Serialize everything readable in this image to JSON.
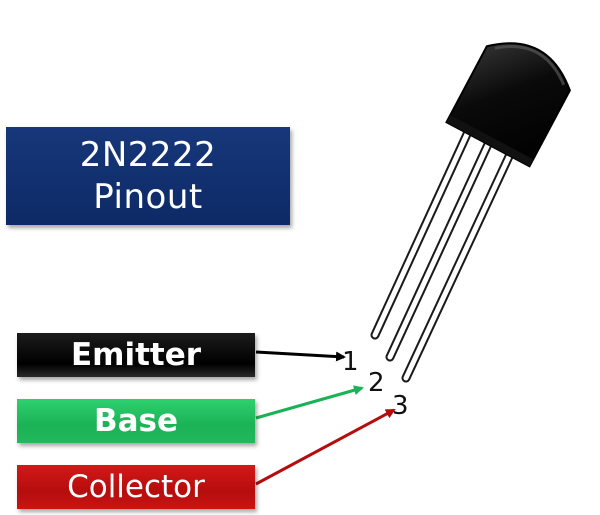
{
  "title": {
    "line1": "2N2222",
    "line2": "Pinout"
  },
  "pins": [
    {
      "name": "Emitter",
      "number": "1",
      "color": "#000000"
    },
    {
      "name": "Base",
      "number": "2",
      "color": "#1bb256"
    },
    {
      "name": "Collector",
      "number": "3",
      "color": "#b50d0d"
    }
  ],
  "colors": {
    "title_background": "#0d2a66",
    "transistor_body": "#0a0a0a",
    "lead": "#ffffff"
  }
}
